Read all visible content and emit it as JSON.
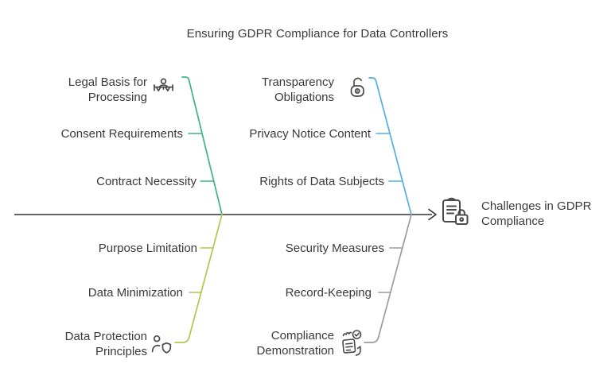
{
  "title": "Ensuring GDPR Compliance for Data Controllers",
  "colors": {
    "spine": "#333333",
    "icon_stroke": "#4a4a4a",
    "text": "#3a3a3a",
    "background": "#ffffff"
  },
  "effect": {
    "icon": "clipboard-lock-icon",
    "lines": [
      "Challenges in GDPR",
      "Compliance"
    ]
  },
  "branches": {
    "top_left": {
      "color": "#3cb57f",
      "head": {
        "icon": "person-scales-icon",
        "lines": [
          "Legal Basis for",
          "Processing"
        ]
      },
      "items": [
        "Consent Requirements",
        "Contract Necessity"
      ]
    },
    "top_right": {
      "color": "#54aee0",
      "head": {
        "icon": "open-padlock-icon",
        "lines": [
          "Transparency",
          "Obligations"
        ]
      },
      "items": [
        "Privacy Notice Content",
        "Rights of Data Subjects"
      ]
    },
    "bottom_left": {
      "color": "#afc94e",
      "head": {
        "icon": "person-shield-icon",
        "lines": [
          "Data Protection",
          "Principles"
        ]
      },
      "items": [
        "Purpose Limitation",
        "Data Minimization"
      ]
    },
    "bottom_right": {
      "color": "#9c9c9c",
      "head": {
        "icon": "checklist-hand-icon",
        "lines": [
          "Compliance",
          "Demonstration"
        ]
      },
      "items": [
        "Security Measures",
        "Record-Keeping"
      ]
    }
  }
}
